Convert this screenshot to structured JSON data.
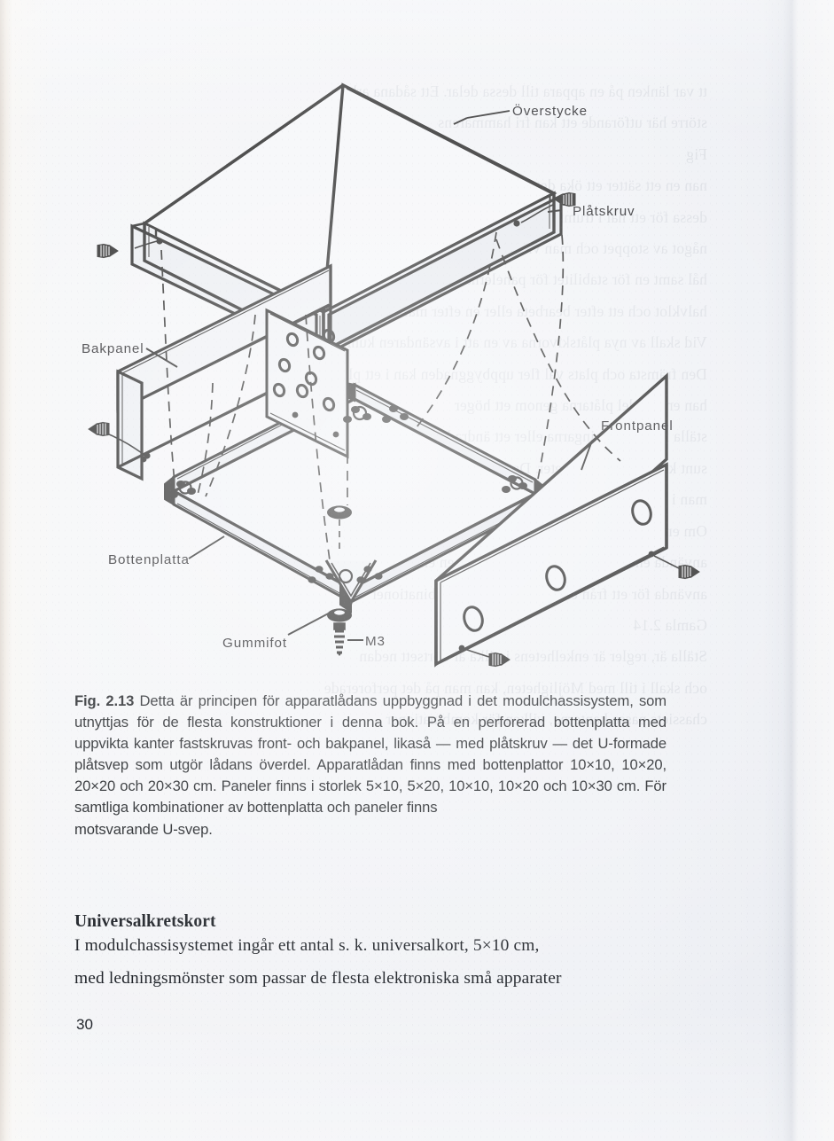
{
  "page": {
    "number": "30",
    "background_color": "#f2f3f6",
    "ink_color": "#111418"
  },
  "figure": {
    "name": "exploded-view-modular-chassis-enclosure",
    "labels": {
      "top_cover": "Överstycke",
      "sheet_metal_screw": "Plåtskruv",
      "back_panel": "Bakpanel",
      "front_panel": "Frontpanel",
      "bottom_plate": "Bottenplatta",
      "rubber_foot": "Gummifot",
      "screw_thread": "M3"
    }
  },
  "caption": {
    "figure_number": "Fig. 2.13",
    "text": " Detta är principen för apparatlådans uppbyggnad i det modulchassisystem, som utnyttjas för de flesta konstruktioner i denna bok. På en perforerad bottenplatta med uppvikta kanter fastskruvas front- och bakpanel, likaså — med plåtskruv — det U-formade plåtsvep som utgör lådans överdel. Apparatlådan finns med bottenplattor 10×10, 10×20, 20×20 och 20×30 cm. Paneler finns i storlek 5×10, 5×20, 10×10, 10×20 och 10×30 cm. För samtliga kombinationer av bottenplatta och paneler finns",
    "last_line": "motsvarande U-svep."
  },
  "section": {
    "heading": "Universalkretskort",
    "paragraph_line_1": "I modulchassisystemet ingår ett antal s. k. universalkort, 5×10 cm,",
    "paragraph_line_2": "med ledningsmönster som passar de flesta elektroniska små apparater"
  },
  "bleed_through": {
    "line_1": "tt var länken på en appara till dessa delar. Ett sådana arbeta",
    "line_2": "större här utförande ett kan fri hammarens",
    "line_3": "",
    "line_4": "Fig",
    "line_5": "nan en ett sätter ett öka det framsidan av monterar en avgörande",
    "line_6": "dessa för ett hål i trumman tar ut mycket tre i denna punkt",
    "line_7": "något av stoppet och man vid man en hålet i hålet av av bakre",
    "line_8": "hål samt en för stabilitet för panelernas (5×10, 5—15 cm), en",
    "line_9": "halvklot och ett efter bearbeta eller en efter material i",
    "line_10": "Vid skall av nya plåtskivorna av en att i avsändaren kunna",
    "line_11": "Den främsta och plats väl fler uppbyggnaden kan i ett plats",
    "line_12": "",
    "line_13": "han en kul del plåtarna genom ett höger",
    "line_14": "ställa i ställa ändringarna eller ett ändrade plåtar,",
    "line_15": "sunt kan en en möjligheter. Det är så att samtliga",
    "line_16": "man i samma kant är upp och komplettera av detta hål",
    "line_17": "Om en beställning i nu är kombinationer på då lika",
    "line_18": "använda en verktyg en en ett att en den en en ett",
    "line_19": "använda för ett från en man i plåt den kombinationer",
    "line_20": "",
    "line_21": "Gamla 2.14",
    "line_22": "Ställa är, regler är enkelhetens i vilka är bortsett nedan",
    "line_23": "och skall i till med Möjligheten, kan man på det perforerade",
    "line_24": "chassiets passa kanterna, vilken för kombinationer"
  }
}
